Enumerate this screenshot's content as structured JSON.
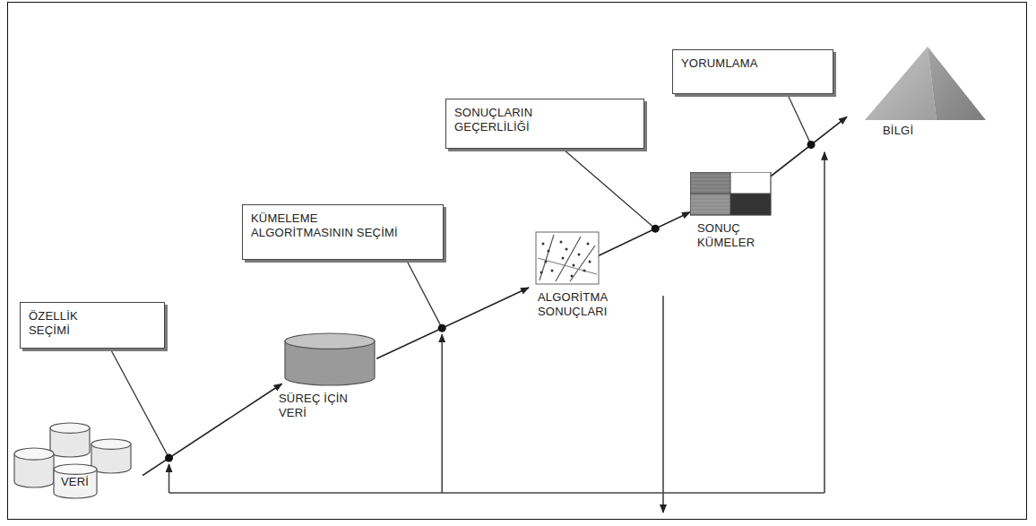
{
  "diagram": {
    "nodes": [
      {
        "text": [
          "ÖZELLİK SEÇİMİ"
        ]
      },
      {
        "text": [
          "VERİ"
        ]
      },
      {
        "text": [
          "SÜREÇ İÇİN VERİ"
        ]
      },
      {
        "text": [
          "KÜMELEME ALGORİTMASININ SEÇİMİ"
        ]
      },
      {
        "text": [
          "ALGORİTMA SONUÇLARI"
        ]
      },
      {
        "text": [
          "SONUÇLARIN GEÇERLİLİĞİ"
        ]
      },
      {
        "text": [
          "SONUÇ KÜMELER"
        ]
      },
      {
        "text": [
          "YORUMLAMA"
        ]
      },
      {
        "text": [
          "BİLGİ"
        ]
      }
    ],
    "edges": [
      {
        "from": 1,
        "to": 2,
        "arrow": "to"
      },
      {
        "from": 2,
        "to": 4,
        "arrow": "to"
      },
      {
        "from": 4,
        "to": 6,
        "arrow": "to"
      },
      {
        "from": 6,
        "to": 8,
        "arrow": "to"
      }
    ]
  }
}
